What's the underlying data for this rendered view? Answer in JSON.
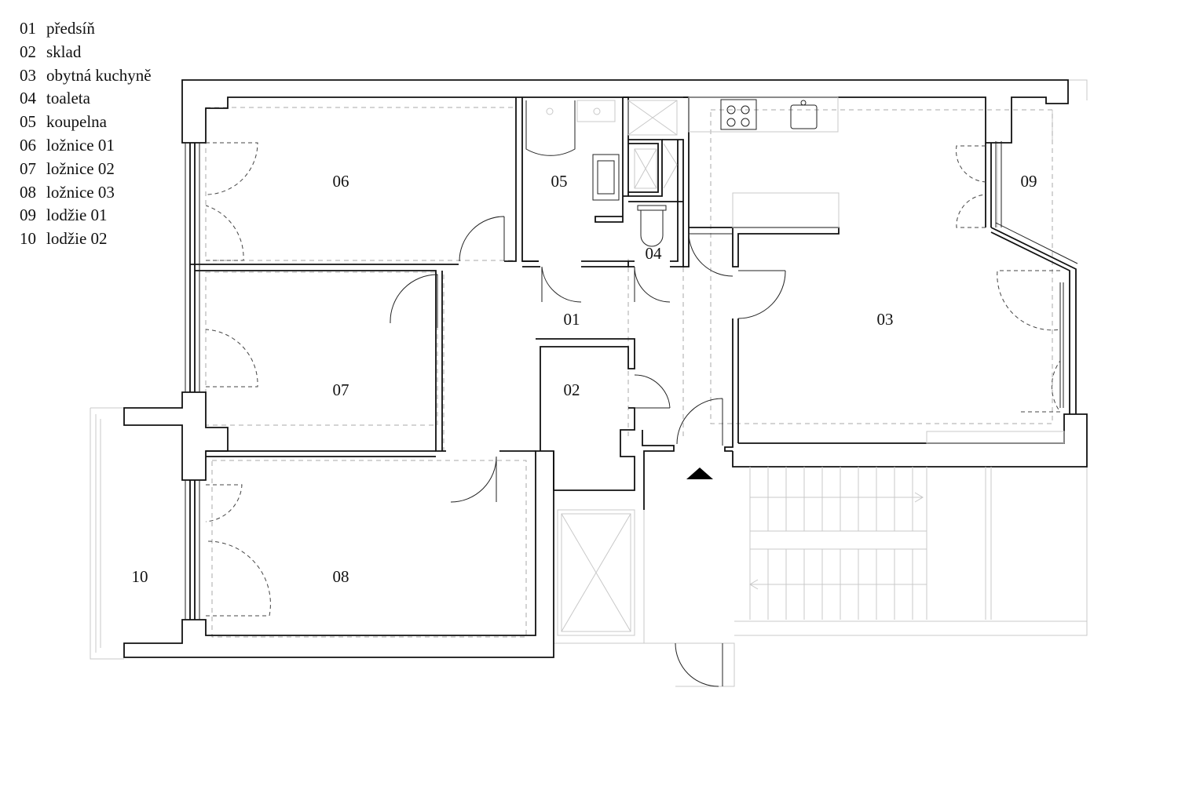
{
  "legend": [
    {
      "code": "01",
      "name": "předsíň"
    },
    {
      "code": "02",
      "name": "sklad"
    },
    {
      "code": "03",
      "name": "obytná kuchyně"
    },
    {
      "code": "04",
      "name": "toaleta"
    },
    {
      "code": "05",
      "name": "koupelna"
    },
    {
      "code": "06",
      "name": "ložnice 01"
    },
    {
      "code": "07",
      "name": "ložnice 02"
    },
    {
      "code": "08",
      "name": "ložnice 03"
    },
    {
      "code": "09",
      "name": "lodžie 01"
    },
    {
      "code": "10",
      "name": "lodžie 02"
    }
  ],
  "rooms": {
    "r01": "01",
    "r02": "02",
    "r03": "03",
    "r04": "04",
    "r05": "05",
    "r06": "06",
    "r07": "07",
    "r08": "08",
    "r09": "09",
    "r10": "10"
  },
  "entrance": {
    "icon": "entrance-arrow-icon"
  }
}
